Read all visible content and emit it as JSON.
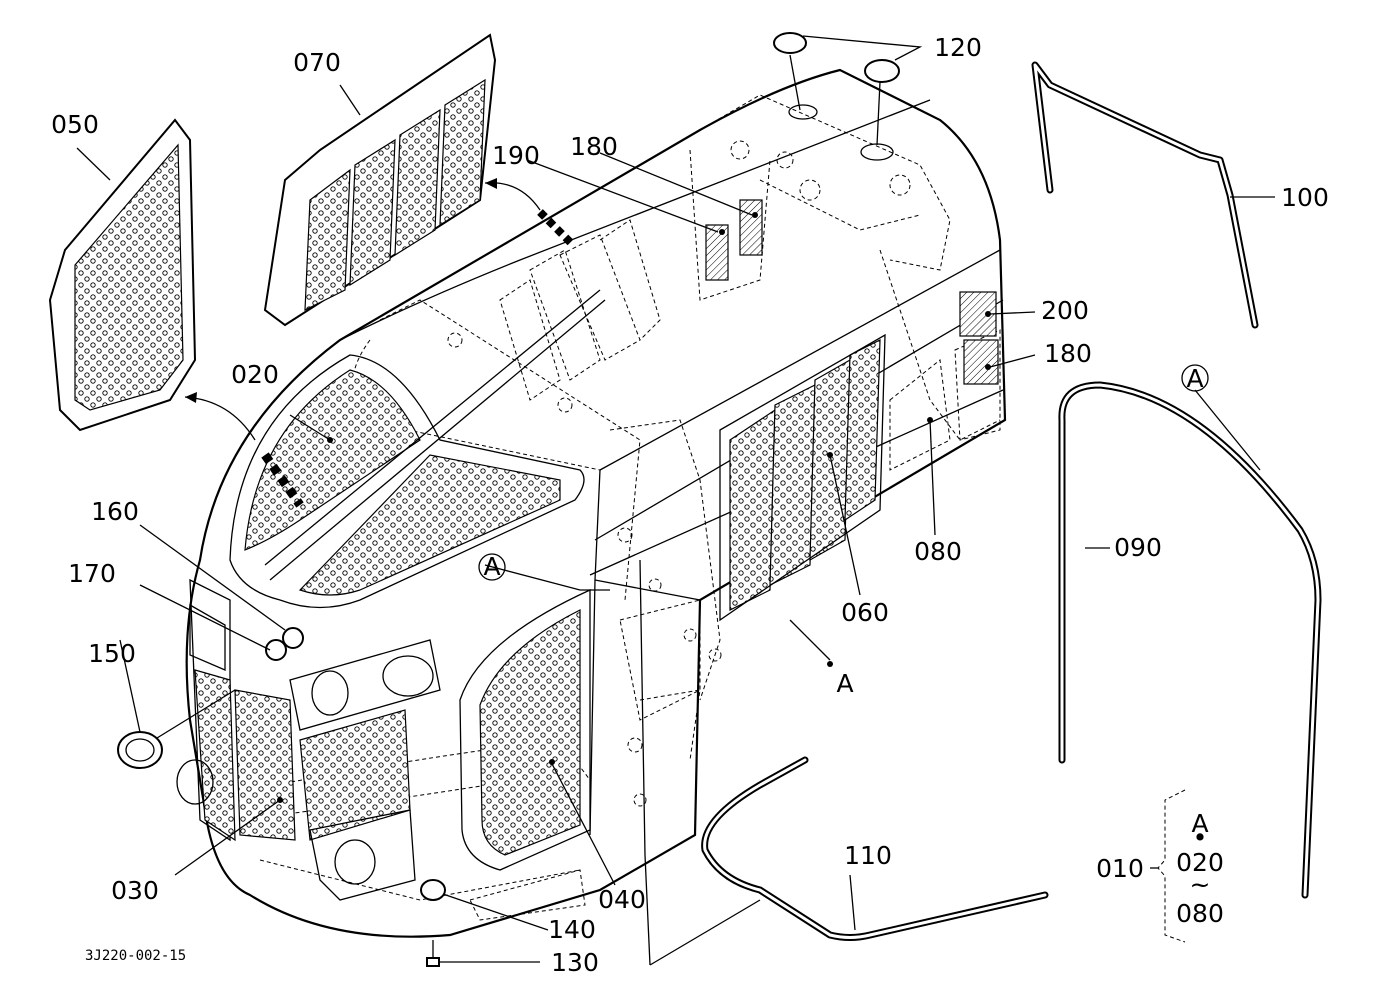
{
  "diagram": {
    "drawing_code": "3J220-002-15",
    "labels": {
      "p010": "010",
      "p020": "020",
      "p030": "030",
      "p040": "040",
      "p050": "050",
      "p060": "060",
      "p070": "070",
      "p080": "080",
      "p090": "090",
      "p100": "100",
      "p110": "110",
      "p120": "120",
      "p130": "130",
      "p140": "140",
      "p150": "150",
      "p160": "160",
      "p170": "170",
      "p180a": "180",
      "p180b": "180",
      "p190": "190",
      "p200": "200",
      "refA_hood": "A",
      "refA_seal": "A",
      "refA_circle": "A"
    },
    "legend_010": {
      "top": "A",
      "dot": "•",
      "from": "020",
      "tilde": "~",
      "to": "080"
    }
  }
}
